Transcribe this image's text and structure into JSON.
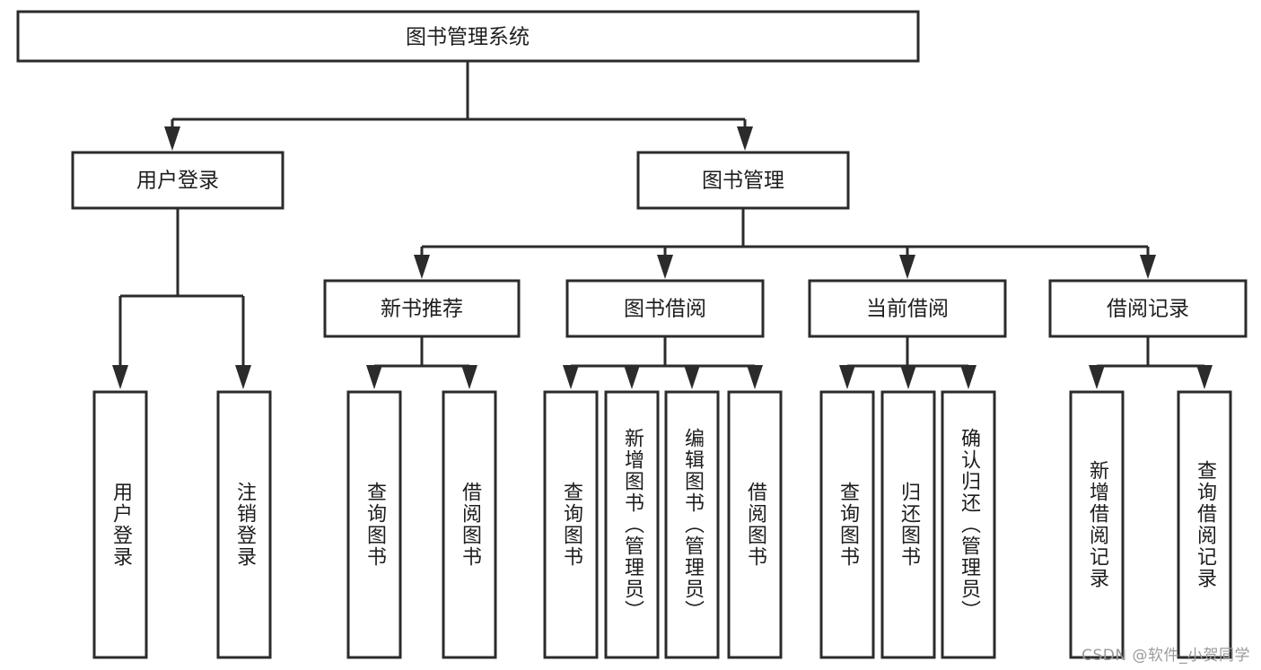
{
  "diagram": {
    "type": "tree",
    "title": "图书管理系统",
    "watermark": "CSDN @软件_小贺同学",
    "colors": {
      "stroke": "#2b2b2b",
      "fill": "#ffffff",
      "text": "#1d1d1d",
      "watermark": "#9b9b9b",
      "background": "#ffffff"
    },
    "levels": {
      "root": {
        "label": "图书管理系统"
      },
      "level2": [
        {
          "label": "用户登录"
        },
        {
          "label": "图书管理"
        }
      ],
      "level3": [
        {
          "label": "新书推荐"
        },
        {
          "label": "图书借阅"
        },
        {
          "label": "当前借阅"
        },
        {
          "label": "借阅记录"
        }
      ]
    },
    "groups": [
      {
        "parent": "用户登录",
        "leaves": [
          {
            "label": "用户登录"
          },
          {
            "label": "注销登录"
          }
        ]
      },
      {
        "parent": "新书推荐",
        "leaves": [
          {
            "label": "查询图书"
          },
          {
            "label": "借阅图书"
          }
        ]
      },
      {
        "parent": "图书借阅",
        "leaves": [
          {
            "label": "查询图书"
          },
          {
            "label": "新增图书（管理员）"
          },
          {
            "label": "编辑图书（管理员）"
          },
          {
            "label": "借阅图书"
          }
        ]
      },
      {
        "parent": "当前借阅",
        "leaves": [
          {
            "label": "查询图书"
          },
          {
            "label": "归还图书"
          },
          {
            "label": "确认归还（管理员）"
          }
        ]
      },
      {
        "parent": "借阅记录",
        "leaves": [
          {
            "label": "新增借阅记录"
          },
          {
            "label": "查询借阅记录"
          }
        ]
      }
    ]
  }
}
